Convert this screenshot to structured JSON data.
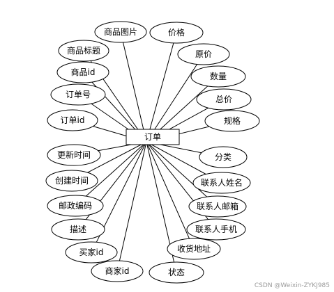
{
  "entity": {
    "label": "订单"
  },
  "attributes": [
    "商品图片",
    "价格",
    "商品标题",
    "原价",
    "商品id",
    "数量",
    "订单号",
    "总价",
    "订单id",
    "规格",
    "更新时间",
    "分类",
    "创建时间",
    "联系人姓名",
    "邮政编码",
    "联系人邮箱",
    "描述",
    "联系人手机",
    "买家id",
    "收货地址",
    "商家id",
    "状态"
  ],
  "watermark": "CSDN @Weixin-ZYKJ985"
}
